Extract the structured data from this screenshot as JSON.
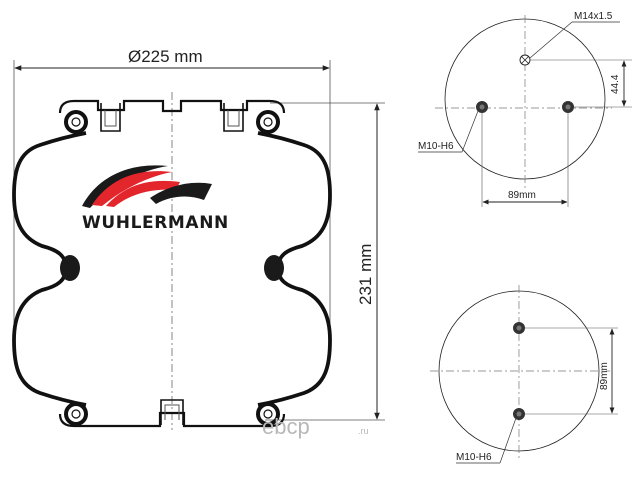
{
  "dimensions": {
    "diameter_label": "Ø225 mm",
    "height_label": "231 mm"
  },
  "top_view": {
    "thread_label": "M14x1.5",
    "offset_label": "44.4",
    "stud_label": "M10-H6",
    "spacing_label": "89mm"
  },
  "bottom_view": {
    "spacing_label": "89mm",
    "stud_label": "M10-H6"
  },
  "brand": {
    "name": "WUHLERMANN",
    "logo_colors": [
      "#e3262b",
      "#1a1a1a"
    ]
  },
  "watermark": {
    "text": "ebcp",
    "suffix": ".ru"
  }
}
